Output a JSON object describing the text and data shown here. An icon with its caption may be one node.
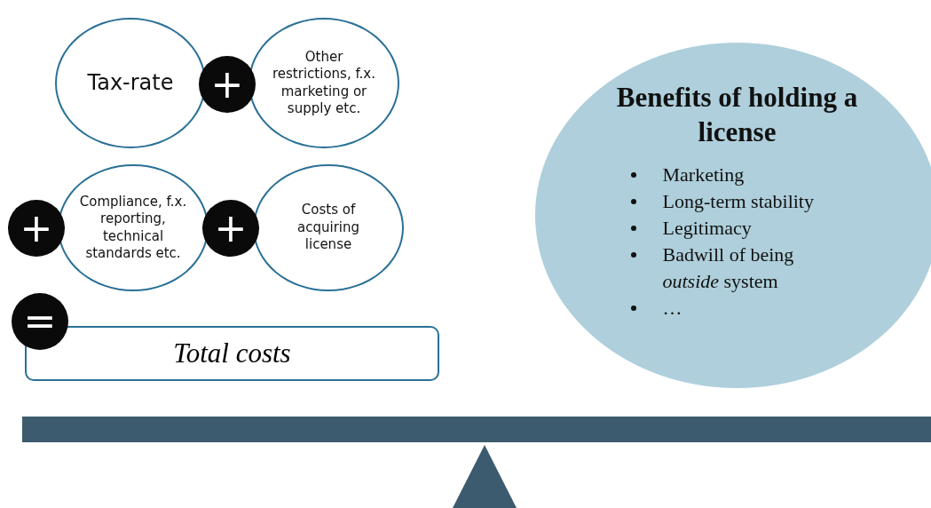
{
  "diagram": {
    "nodes": [
      {
        "text": [
          "Tax-rate"
        ]
      },
      {
        "text": [
          "+"
        ]
      },
      {
        "text": [
          "Other restrictions, f.x. marketing or supply etc."
        ]
      },
      {
        "text": [
          "+"
        ]
      },
      {
        "text": [
          "Compliance, f.x. reporting, technical standards etc."
        ]
      },
      {
        "text": [
          "+"
        ]
      },
      {
        "text": [
          "Costs of acquiring license"
        ]
      },
      {
        "text": [
          "="
        ]
      },
      {
        "text": [
          "Total costs"
        ]
      },
      {
        "text": [
          "Benefits of holding a license",
          "Marketing",
          "Long-term stability",
          "Legitimacy",
          "Badwill of being *outside* system",
          "…"
        ]
      }
    ],
    "edges": []
  }
}
